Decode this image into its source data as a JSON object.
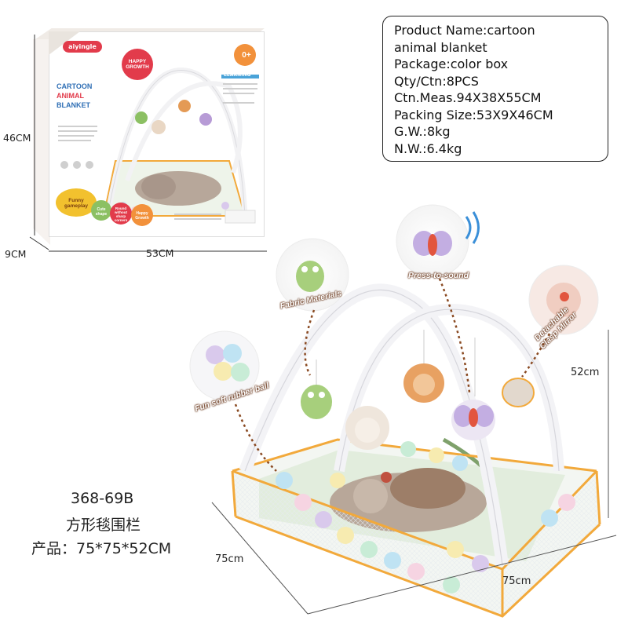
{
  "spec": {
    "lines": [
      "Product Name:cartoon",
      "animal blanket",
      "Package:color box",
      "Qty/Ctn:8PCS",
      "Ctn.Meas.94X38X55CM",
      "Packing Size:53X9X46CM",
      "G.W.:8kg",
      "N.W.:6.4kg"
    ]
  },
  "box_dimensions": {
    "height": "46CM",
    "depth": "9CM",
    "width": "53CM"
  },
  "product_dimensions": {
    "height": "52cm",
    "side_a": "75cm",
    "side_b": "75cm"
  },
  "product_info": {
    "model": "368-69B",
    "name": "方形毯围栏",
    "size": "产品：75*75*52CM"
  },
  "box_art": {
    "brand": "aiyingle",
    "title_lines": [
      "CARTOON",
      "ANIMAL",
      "BLANKET"
    ],
    "stickers": [
      "HAPPY GROWTH",
      "0+",
      "Funny gameplay",
      "Cute shape",
      "Round without sharp corners",
      "Happy Growth"
    ],
    "learning": "LEARNING"
  },
  "callouts": {
    "fabric": "Fabric Materials",
    "press": "Press-to-sound",
    "mirror_line1": "Detachable",
    "mirror_line2": "Clasp Mirror",
    "ball": "Fun soft rubber ball"
  },
  "colors": {
    "frame_orange": "#f2a93b",
    "callout_brown": "#8a4a22",
    "arch_white": "#f4f4f6",
    "mat_green": "#dcebd6",
    "box_red": "#e23b4b"
  }
}
